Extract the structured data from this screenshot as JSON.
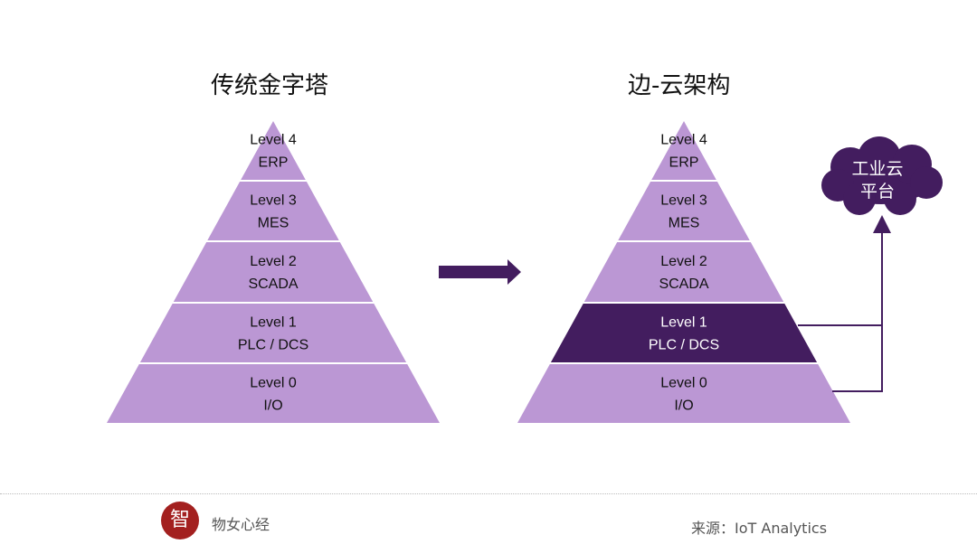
{
  "left": {
    "title": "传统金字塔",
    "levels": [
      {
        "line1": "Level 4",
        "line2": "ERP",
        "highlight": false
      },
      {
        "line1": "Level 3",
        "line2": "MES",
        "highlight": false
      },
      {
        "line1": "Level 2",
        "line2": "SCADA",
        "highlight": false
      },
      {
        "line1": "Level 1",
        "line2": "PLC / DCS",
        "highlight": false
      },
      {
        "line1": "Level 0",
        "line2": "I/O",
        "highlight": false
      }
    ]
  },
  "right": {
    "title": "边-云架构",
    "levels": [
      {
        "line1": "Level 4",
        "line2": "ERP",
        "highlight": false
      },
      {
        "line1": "Level 3",
        "line2": "MES",
        "highlight": false
      },
      {
        "line1": "Level 2",
        "line2": "SCADA",
        "highlight": false
      },
      {
        "line1": "Level 1",
        "line2": "PLC / DCS",
        "highlight": true
      },
      {
        "line1": "Level 0",
        "line2": "I/O",
        "highlight": false
      }
    ]
  },
  "cloud": {
    "line1": "工业云",
    "line2": "平台"
  },
  "colors": {
    "light": "#bb97d4",
    "dark": "#431d5f",
    "text_light": "#ffffff",
    "text_dark": "#111111"
  },
  "footer": {
    "logo_glyph": "智",
    "brand": "物女心经",
    "source": "来源：IoT Analytics"
  }
}
